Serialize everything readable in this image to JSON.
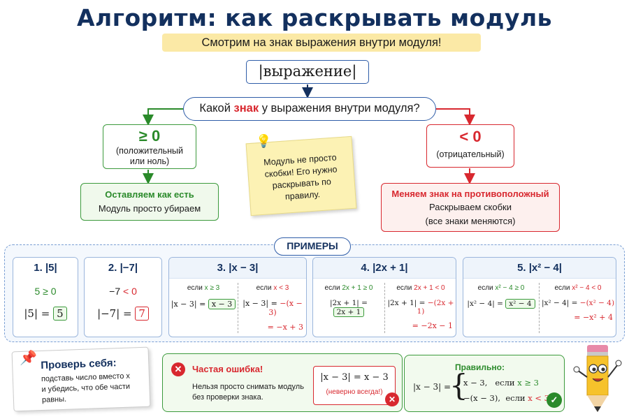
{
  "title": "Алгоритм: как раскрывать модуль",
  "subtitle": "Смотрим на знак выражения внутри модуля!",
  "expression": "|выражение|",
  "question": {
    "pre": "Какой ",
    "hl": "знак",
    "post": " у выражения внутри модуля?"
  },
  "left": {
    "symbol": "≥ 0",
    "desc_line1": "(положительный",
    "desc_line2": "или ноль)",
    "action_title": "Оставляем как есть",
    "action_text": "Модуль просто убираем"
  },
  "right": {
    "symbol": "< 0",
    "desc": "(отрицательный)",
    "action_title": "Меняем знак на противоположный",
    "action_line1": "Раскрываем скобки",
    "action_line2": "(все знаки меняются)"
  },
  "note": {
    "l1": "Модуль не просто",
    "l2": "скобки! Его нужно",
    "l3": "раскрывать по",
    "l4": "правилу."
  },
  "examples_label": "ПРИМЕРЫ",
  "examples": {
    "e1": {
      "head": "1. |5|",
      "cond": "5 ≥ 0",
      "eq_l": "|5| = ",
      "eq_r": "5"
    },
    "e2": {
      "head": "2. |−7|",
      "cond_a": "−7 ",
      "cond_b": "< 0",
      "eq_l": "|−7| = ",
      "eq_r": "7"
    },
    "e3": {
      "head": "3. |x − 3|",
      "l_cond_a": "если ",
      "l_cond_b": "x ≥ 3",
      "l_eq_a": "|x − 3| = ",
      "l_eq_b": "x − 3",
      "r_cond_a": "если ",
      "r_cond_b": "x < 3",
      "r_eq_a": "|x − 3| = ",
      "r_eq_b": "−(x − 3)",
      "r_eq2": "= −x + 3"
    },
    "e4": {
      "head": "4. |2x + 1|",
      "l_cond_a": "если ",
      "l_cond_b": "2x + 1 ≥ 0",
      "l_eq_a": "|2x + 1| = ",
      "l_eq_b": "2x + 1",
      "r_cond_a": "если ",
      "r_cond_b": "2x + 1 < 0",
      "r_eq_a": "|2x + 1| = ",
      "r_eq_b": "−(2x + 1)",
      "r_eq2": "= −2x − 1"
    },
    "e5": {
      "head": "5. |x² − 4|",
      "l_cond_a": "если ",
      "l_cond_b": "x² − 4 ≥ 0",
      "l_eq_a": "|x² − 4| = ",
      "l_eq_b": "x² − 4",
      "r_cond_a": "если ",
      "r_cond_b": "x² − 4 < 0",
      "r_eq_a": "|x² − 4| = ",
      "r_eq_b": "−(x² − 4)",
      "r_eq2": "= −x² + 4"
    }
  },
  "check": {
    "title": "Проверь себя:",
    "l1": "подставь число вместо x",
    "l2": "и убедись, что обе части",
    "l3": "равны."
  },
  "mistake": {
    "title": "Частая ошибка!",
    "l1": "Нельзя просто снимать модуль",
    "l2": "без проверки знака.",
    "eq": "|x − 3| = x − 3",
    "warn": "(неверно всегда!)"
  },
  "correct": {
    "title": "Правильно:",
    "lhs": "|x − 3| =",
    "row1_a": "x − 3,",
    "row1_b": "если ",
    "row1_c": "x ≥ 3",
    "row2_a": "−(x − 3),",
    "row2_b": "если ",
    "row2_c": "x < 3"
  },
  "colors": {
    "navy": "#13305e",
    "green": "#2a8a2a",
    "red": "#d8282f",
    "blue": "#2f5da8",
    "note": "#fcf2b4"
  }
}
